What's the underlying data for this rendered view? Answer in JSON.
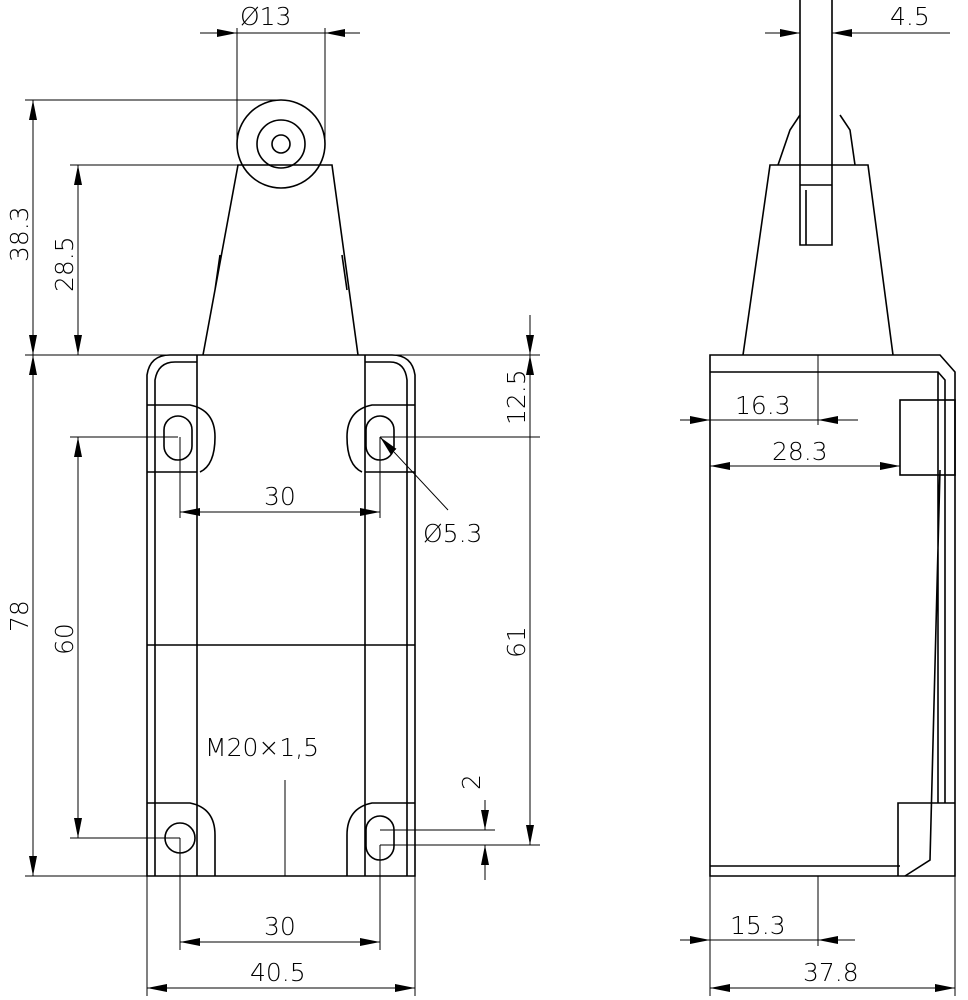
{
  "front_view": {
    "roller_diameter": "Ø13",
    "total_height": "38.3",
    "actuator_height": "28.5",
    "top_to_hole": "12.5",
    "hole_spacing_top": "30",
    "hole_diameter": "Ø5.3",
    "body_height": "78",
    "hole_vertical_left": "60",
    "hole_vertical_right": "61",
    "conduit_thread": "M20×1,5",
    "slot_offset": "2",
    "hole_spacing_bottom": "30",
    "body_width": "40.5"
  },
  "side_view": {
    "lever_width": "4.5",
    "lever_offset": "16.3",
    "cover_width": "28.3",
    "thread_offset": "15.3",
    "body_depth": "37.8"
  }
}
